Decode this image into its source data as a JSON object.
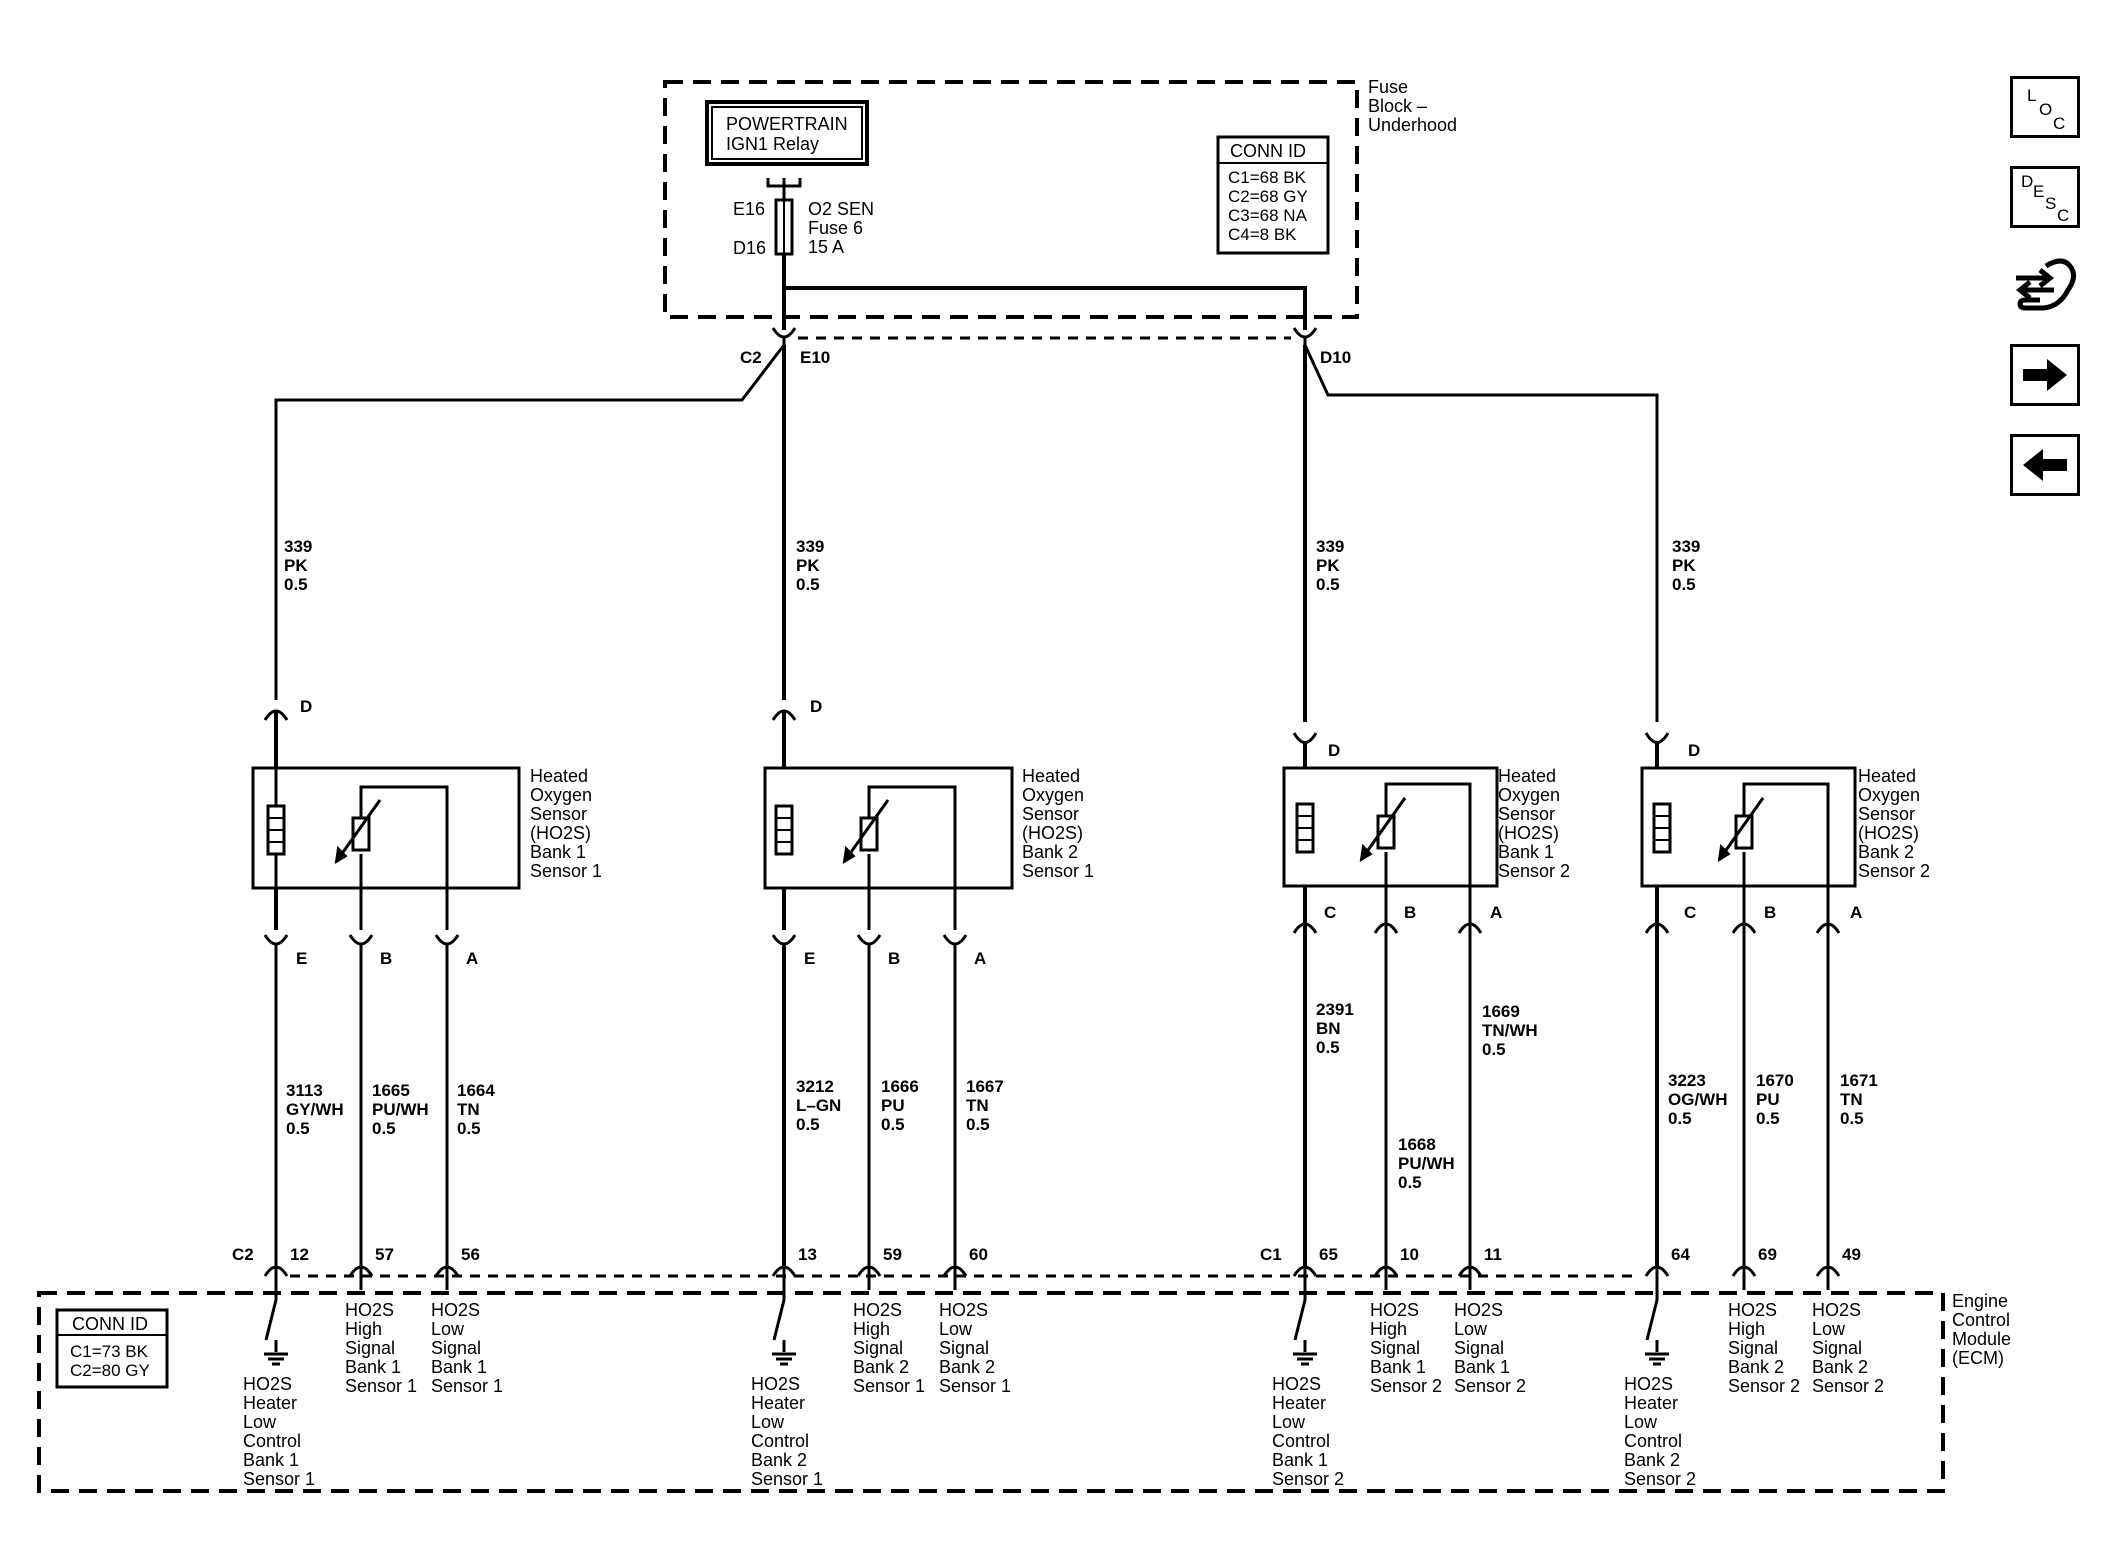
{
  "fuse_block": {
    "label_lines": [
      "Fuse",
      "Block –",
      "Underhood"
    ],
    "relay_lines": [
      "POWERTRAIN",
      "IGN1 Relay"
    ],
    "fuse_terminal_top": "E16",
    "fuse_terminal_bottom": "D16",
    "fuse_label_lines": [
      "O2 SEN",
      "Fuse 6",
      "15 A"
    ],
    "conn_id_title": "CONN ID",
    "conn_id_lines": [
      "C1=68 BK",
      "C2=68 GY",
      "C3=68 NA",
      "C4=8 BK"
    ],
    "out_conn_left": "C2",
    "out_pin_left": "E10",
    "out_pin_right": "D10"
  },
  "supply_wires": [
    {
      "circuit": "339",
      "color": "PK",
      "gauge": "0.5"
    },
    {
      "circuit": "339",
      "color": "PK",
      "gauge": "0.5"
    },
    {
      "circuit": "339",
      "color": "PK",
      "gauge": "0.5"
    },
    {
      "circuit": "339",
      "color": "PK",
      "gauge": "0.5"
    }
  ],
  "sensors": [
    {
      "name_lines": [
        "Heated",
        "Oxygen",
        "Sensor",
        "(HO2S)",
        "Bank 1",
        "Sensor 1"
      ],
      "top_pin": "D",
      "bottom_pins": [
        "E",
        "B",
        "A"
      ],
      "wires": [
        {
          "circuit": "3113",
          "color": "GY/WH",
          "gauge": "0.5"
        },
        {
          "circuit": "1665",
          "color": "PU/WH",
          "gauge": "0.5"
        },
        {
          "circuit": "1664",
          "color": "TN",
          "gauge": "0.5"
        }
      ],
      "ecm_pins": [
        "12",
        "57",
        "56"
      ],
      "ecm_labels": [
        [
          "HO2S",
          "Heater",
          "Low",
          "Control",
          "Bank 1",
          "Sensor 1"
        ],
        [
          "HO2S",
          "High",
          "Signal",
          "Bank 1",
          "Sensor 1"
        ],
        [
          "HO2S",
          "Low",
          "Signal",
          "Bank 1",
          "Sensor 1"
        ]
      ]
    },
    {
      "name_lines": [
        "Heated",
        "Oxygen",
        "Sensor",
        "(HO2S)",
        "Bank 2",
        "Sensor 1"
      ],
      "top_pin": "D",
      "bottom_pins": [
        "E",
        "B",
        "A"
      ],
      "wires": [
        {
          "circuit": "3212",
          "color": "L–GN",
          "gauge": "0.5"
        },
        {
          "circuit": "1666",
          "color": "PU",
          "gauge": "0.5"
        },
        {
          "circuit": "1667",
          "color": "TN",
          "gauge": "0.5"
        }
      ],
      "ecm_pins": [
        "13",
        "59",
        "60"
      ],
      "ecm_labels": [
        [
          "HO2S",
          "Heater",
          "Low",
          "Control",
          "Bank 2",
          "Sensor 1"
        ],
        [
          "HO2S",
          "High",
          "Signal",
          "Bank 2",
          "Sensor 1"
        ],
        [
          "HO2S",
          "Low",
          "Signal",
          "Bank 2",
          "Sensor 1"
        ]
      ]
    },
    {
      "name_lines": [
        "Heated",
        "Oxygen",
        "Sensor",
        "(HO2S)",
        "Bank 1",
        "Sensor 2"
      ],
      "top_pin": "D",
      "bottom_pins": [
        "C",
        "B",
        "A"
      ],
      "wires": [
        {
          "circuit": "2391",
          "color": "BN",
          "gauge": "0.5"
        },
        {
          "circuit": "1668",
          "color": "PU/WH",
          "gauge": "0.5"
        },
        {
          "circuit": "1669",
          "color": "TN/WH",
          "gauge": "0.5"
        }
      ],
      "ecm_pins": [
        "65",
        "10",
        "11"
      ],
      "ecm_labels": [
        [
          "HO2S",
          "Heater",
          "Low",
          "Control",
          "Bank 1",
          "Sensor 2"
        ],
        [
          "HO2S",
          "High",
          "Signal",
          "Bank 1",
          "Sensor 2"
        ],
        [
          "HO2S",
          "Low",
          "Signal",
          "Bank 1",
          "Sensor 2"
        ]
      ]
    },
    {
      "name_lines": [
        "Heated",
        "Oxygen",
        "Sensor",
        "(HO2S)",
        "Bank 2",
        "Sensor 2"
      ],
      "top_pin": "D",
      "bottom_pins": [
        "C",
        "B",
        "A"
      ],
      "wires": [
        {
          "circuit": "3223",
          "color": "OG/WH",
          "gauge": "0.5"
        },
        {
          "circuit": "1670",
          "color": "PU",
          "gauge": "0.5"
        },
        {
          "circuit": "1671",
          "color": "TN",
          "gauge": "0.5"
        }
      ],
      "ecm_pins": [
        "64",
        "69",
        "49"
      ],
      "ecm_labels": [
        [
          "HO2S",
          "Heater",
          "Low",
          "Control",
          "Bank 2",
          "Sensor 2"
        ],
        [
          "HO2S",
          "High",
          "Signal",
          "Bank 2",
          "Sensor 2"
        ],
        [
          "HO2S",
          "Low",
          "Signal",
          "Bank 2",
          "Sensor 2"
        ]
      ]
    }
  ],
  "ecm": {
    "label_lines": [
      "Engine",
      "Control",
      "Module",
      "(ECM)"
    ],
    "conn_left": "C2",
    "conn_right": "C1",
    "conn_id_title": "CONN ID",
    "conn_id_lines": [
      "C1=73 BK",
      "C2=80 GY"
    ]
  },
  "nav": {
    "loc": [
      "L",
      "O",
      "C"
    ],
    "desc": [
      "D",
      "E",
      "S",
      "C"
    ],
    "icons": [
      "connector-hand-icon",
      "arrow-right-icon",
      "arrow-left-icon"
    ]
  }
}
